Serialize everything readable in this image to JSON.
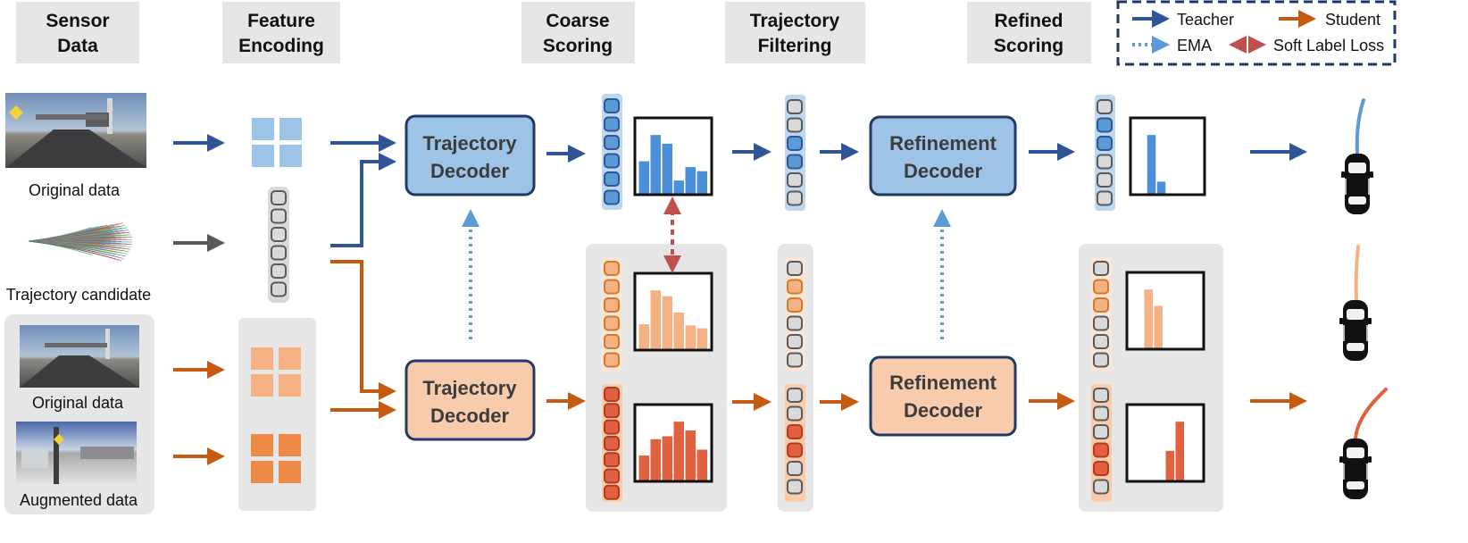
{
  "stages": [
    {
      "line1": "Sensor",
      "line2": "Data"
    },
    {
      "line1": "Feature",
      "line2": "Encoding"
    },
    {
      "line1": "Coarse",
      "line2": "Scoring"
    },
    {
      "line1": "Trajectory",
      "line2": "Filtering"
    },
    {
      "line1": "Refined",
      "line2": "Scoring"
    }
  ],
  "legend": {
    "teacher": "Teacher",
    "student": "Student",
    "ema": "EMA",
    "soft_label_loss": "Soft Label Loss"
  },
  "captions": {
    "original_top": "Original data",
    "candidate": "Trajectory candidate",
    "original_bottom": "Original data",
    "augmented": "Augmented data"
  },
  "decoders": {
    "teacher_traj": {
      "line1": "Trajectory",
      "line2": "Decoder"
    },
    "student_traj": {
      "line1": "Trajectory",
      "line2": "Decoder"
    },
    "teacher_ref": {
      "line1": "Refinement",
      "line2": "Decoder"
    },
    "student_ref": {
      "line1": "Refinement",
      "line2": "Decoder"
    }
  },
  "colors": {
    "teacher": "#2f5597",
    "student": "#c55a11",
    "teacher_fill": "#9dc3e6",
    "student_fill": "#f8cbad",
    "ema": "#5b9bd5",
    "soft_loss": "#c0504d",
    "gray_arrow": "#595959"
  },
  "histograms": {
    "teacher_coarse": [
      0.55,
      1.0,
      0.85,
      0.22,
      0.45,
      0.38
    ],
    "student_coarse_light": [
      0.42,
      1.0,
      0.9,
      0.62,
      0.4,
      0.35
    ],
    "student_coarse_dark": [
      0.42,
      0.7,
      0.75,
      1.0,
      0.85,
      0.52
    ],
    "teacher_refined": [
      1.0,
      0.2
    ],
    "student_refined_light": [
      1.0,
      0.72
    ],
    "student_refined_dark": [
      0.5,
      1.0
    ]
  },
  "candidate_states": {
    "teacher_coarse": [
      "b",
      "b",
      "b",
      "b",
      "b",
      "b"
    ],
    "teacher_filter": [
      "g",
      "g",
      "b",
      "b",
      "g",
      "g"
    ],
    "teacher_refined": [
      "g",
      "b",
      "b",
      "g",
      "g",
      "g"
    ],
    "student_coarse_light": [
      "o",
      "o",
      "o",
      "o",
      "o",
      "o"
    ],
    "student_coarse_dark": [
      "r",
      "r",
      "r",
      "r",
      "r",
      "r",
      "r"
    ],
    "student_filter_light": [
      "g",
      "o",
      "o",
      "g",
      "g",
      "g"
    ],
    "student_filter_dark": [
      "g",
      "g",
      "r",
      "r",
      "g",
      "g"
    ],
    "student_refined_light": [
      "g",
      "o",
      "o",
      "g",
      "g",
      "g"
    ],
    "student_refined_dark": [
      "g",
      "g",
      "g",
      "r",
      "r",
      "g"
    ],
    "feature_column": [
      "g",
      "g",
      "g",
      "g",
      "g",
      "g"
    ]
  }
}
